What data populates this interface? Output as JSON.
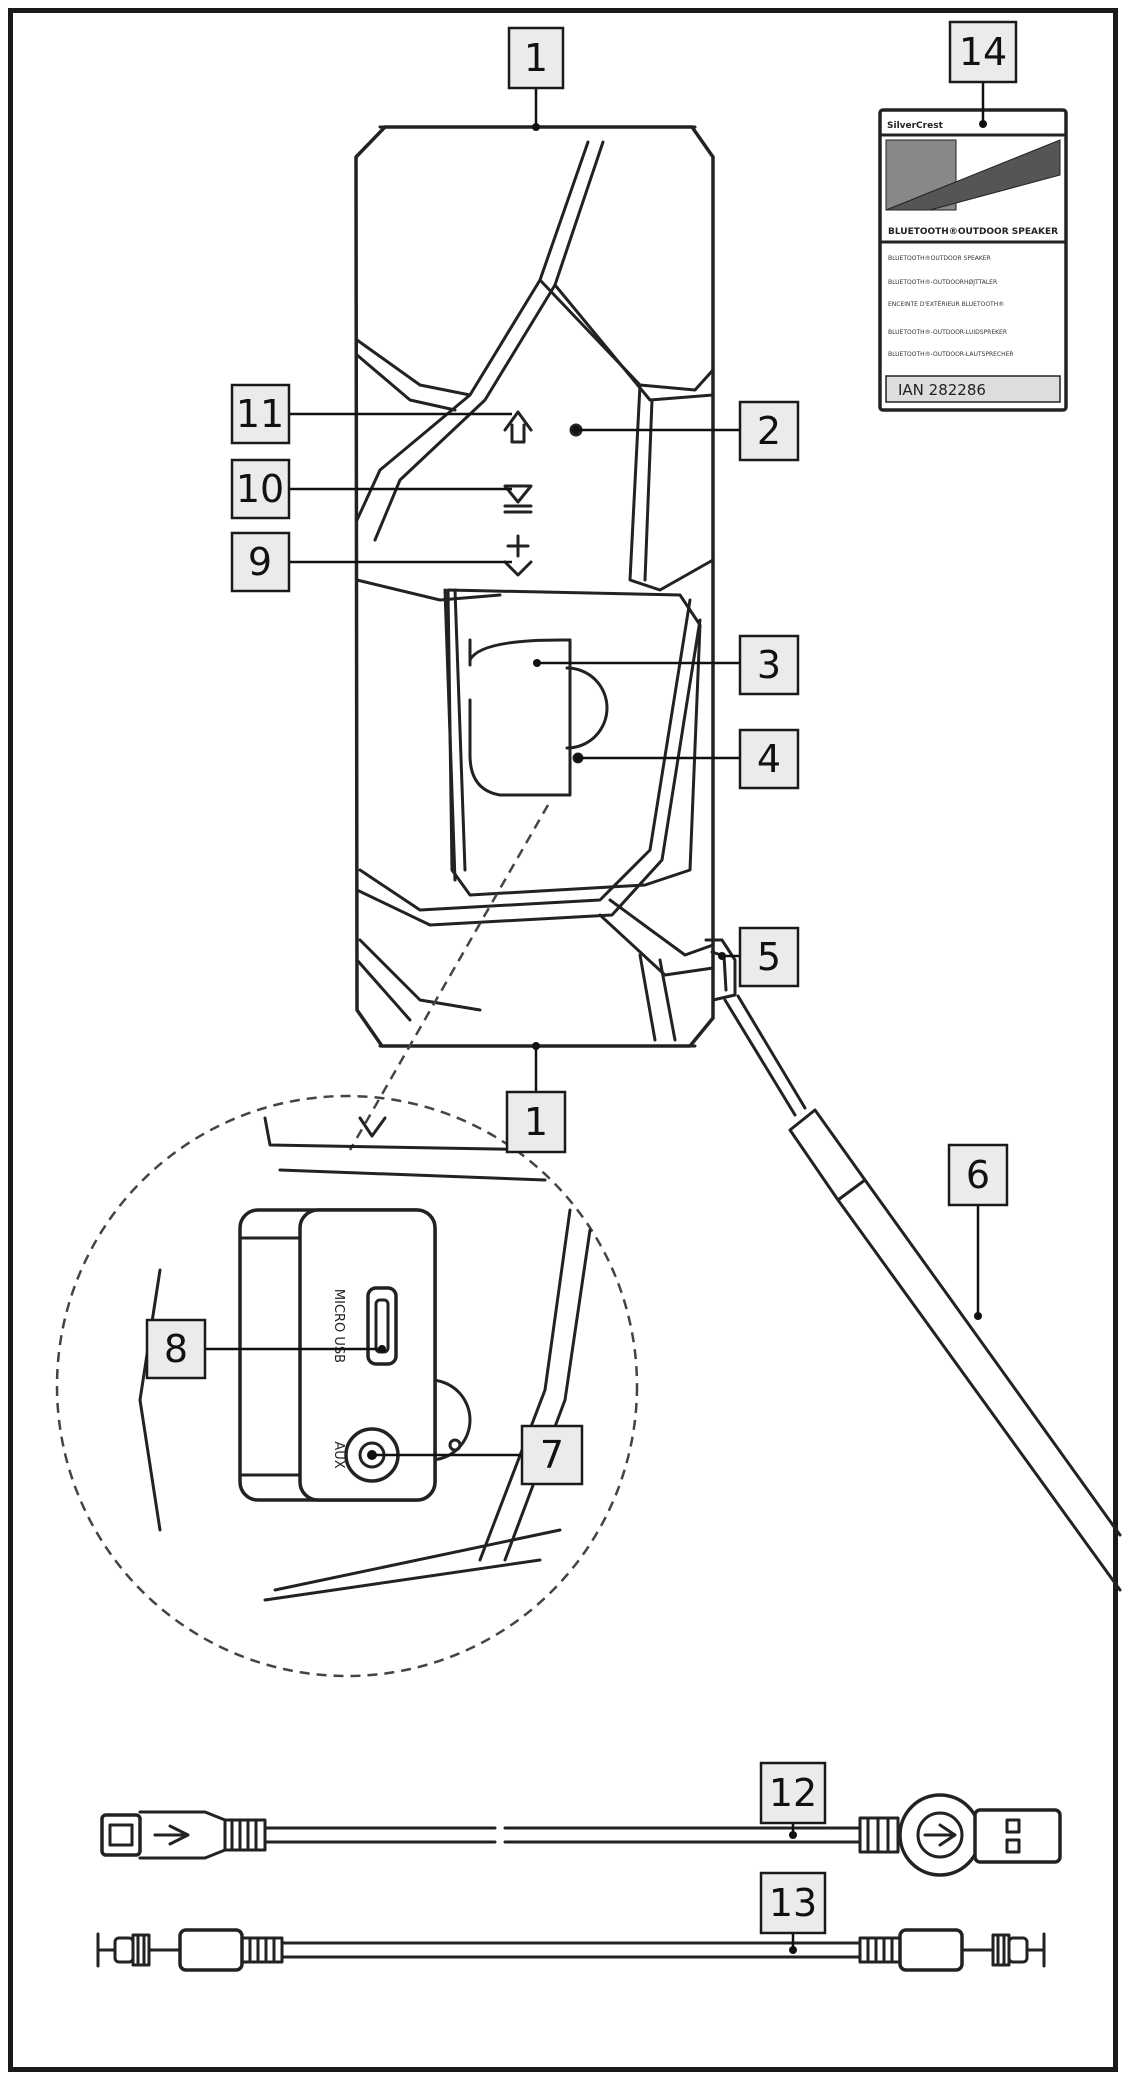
{
  "callouts": [
    "1",
    "2",
    "3",
    "4",
    "5",
    "6",
    "7",
    "8",
    "9",
    "10",
    "11",
    "12",
    "13",
    "14"
  ],
  "manual": {
    "brand": "SilverCrest",
    "title": "BLUETOOTH®OUTDOOR SPEAKER",
    "lines": [
      "BLUETOOTH®OUTDOOR SPEAKER",
      "BLUETOOTH®-OUTDOORHØJTTALER",
      "ENCEINTE D'EXTÉRIEUR BLUETOOTH®",
      "BLUETOOTH®-OUTDOOR-LUIDSPREKER",
      "BLUETOOTH®-OUTDOOR-LAUTSPRECHER"
    ],
    "ian": "IAN 282286"
  },
  "ports": {
    "micro_usb": "MICRO USB",
    "aux": "AUX"
  }
}
